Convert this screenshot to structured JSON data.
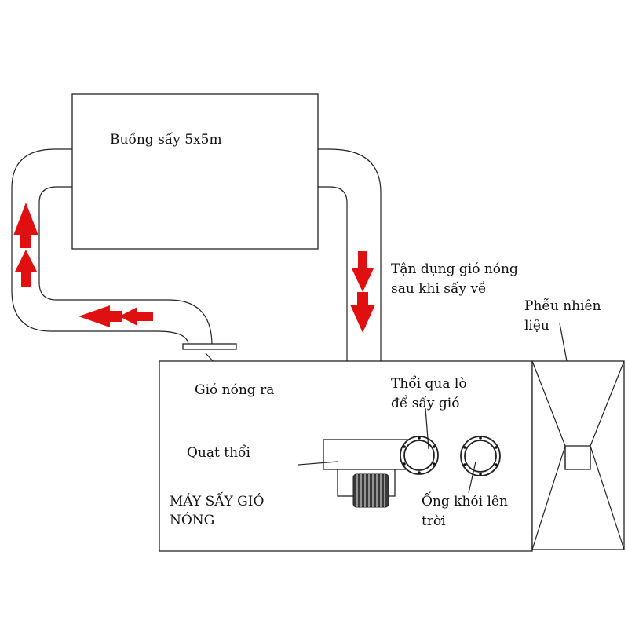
{
  "labels": {
    "drying_chamber": "Buồng sấy 5x5m",
    "reuse_hot_air_line1": "Tận dụng gió nóng",
    "reuse_hot_air_line2": "sau khi sấy về",
    "fuel_hopper_line1": "Phễu nhiên",
    "fuel_hopper_line2": "liệu",
    "hot_air_out": "Gió nóng ra",
    "blow_through_furnace_line1": "Thổi qua lò",
    "blow_through_furnace_line2": "để sấy gió",
    "blower_fan": "Quạt thổi",
    "machine_name_line1": "MÁY SẤY GIÓ",
    "machine_name_line2": "NÓNG",
    "chimney_line1": "Ống khói lên",
    "chimney_line2": "trời"
  },
  "colors": {
    "arrow": "#e01010",
    "line": "#222222",
    "background": "#ffffff"
  },
  "icons": {
    "flow_arrow": "red-arrow-icon",
    "fan_motor": "fan-motor-icon",
    "pipe_flange": "round-flange-icon"
  }
}
